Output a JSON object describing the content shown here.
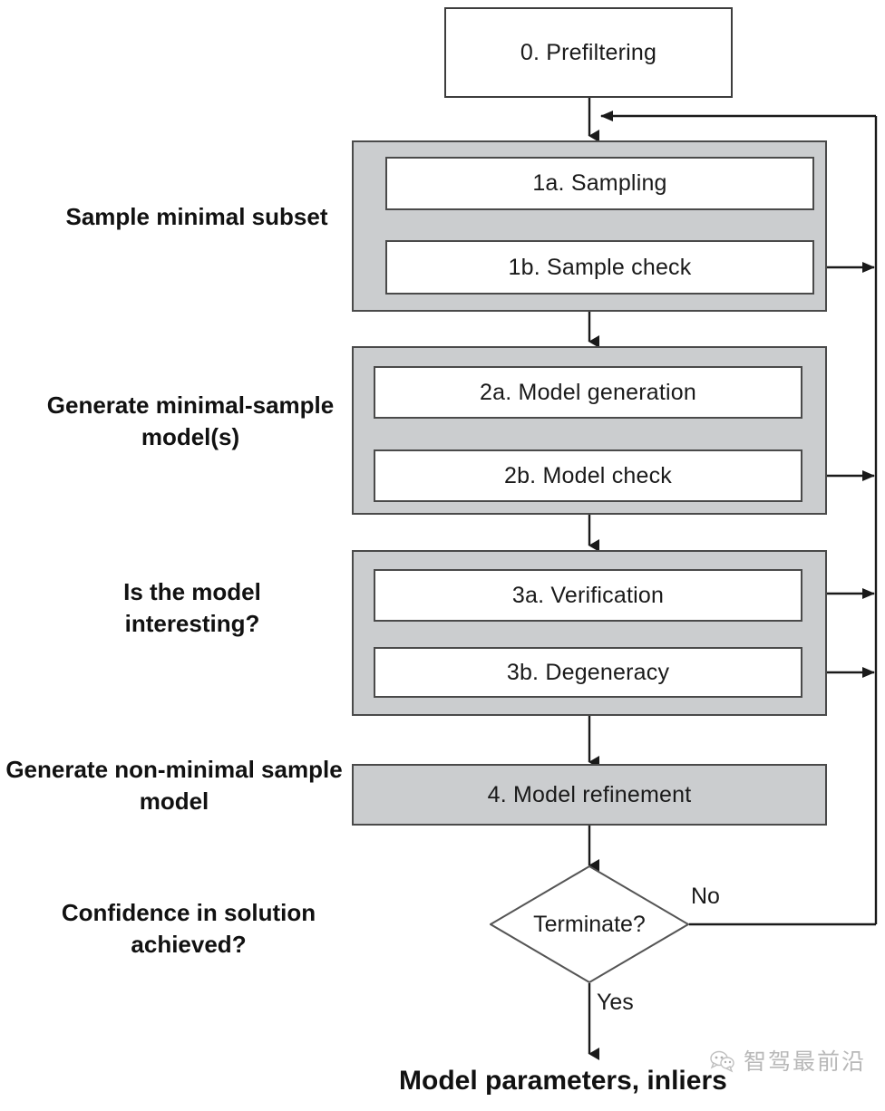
{
  "diagram": {
    "title": "RANSAC pipeline flowchart",
    "colors": {
      "group_fill": "#cbcdcf",
      "box_fill": "#ffffff",
      "stroke": "#4a4a4a",
      "text": "#1a1a1a"
    },
    "nodes": {
      "prefiltering": "0. Prefiltering",
      "sampling": "1a. Sampling",
      "sample_check": "1b. Sample check",
      "model_generation": "2a. Model generation",
      "model_check": "2b. Model check",
      "verification": "3a. Verification",
      "degeneracy": "3b. Degeneracy",
      "model_refinement": "4. Model refinement",
      "terminate": "Terminate?"
    },
    "side_labels": [
      "Sample minimal subset",
      "Generate minimal-sample model(s)",
      "Is the model interesting?",
      "Generate non-minimal sample model",
      "Confidence in solution achieved?"
    ],
    "edge_labels": {
      "no": "No",
      "yes": "Yes"
    },
    "terminal_output": "Model parameters, inliers",
    "watermark": {
      "text": "智驾最前沿",
      "icon": "speech-bubble-icon"
    }
  }
}
